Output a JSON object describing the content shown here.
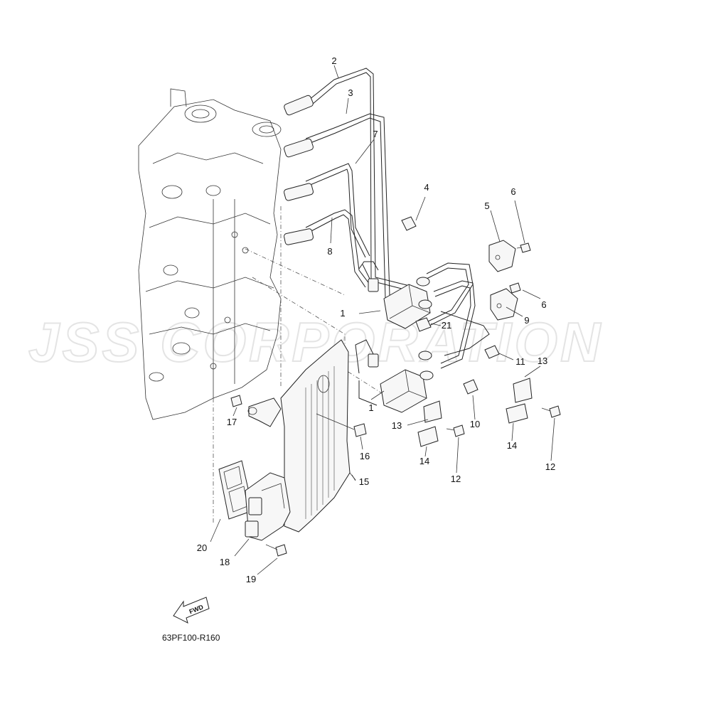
{
  "watermark": "JSS CORPORATION",
  "fwd_label": "FWD",
  "diagram_code": "63PF100-R160",
  "callouts": [
    {
      "id": "c2",
      "text": "2"
    },
    {
      "id": "c3",
      "text": "3"
    },
    {
      "id": "c7",
      "text": "7"
    },
    {
      "id": "c8",
      "text": "8"
    },
    {
      "id": "c4",
      "text": "4"
    },
    {
      "id": "c5",
      "text": "5"
    },
    {
      "id": "c6a",
      "text": "6"
    },
    {
      "id": "c6b",
      "text": "6"
    },
    {
      "id": "c9",
      "text": "9"
    },
    {
      "id": "c1a",
      "text": "1"
    },
    {
      "id": "c1b",
      "text": "1"
    },
    {
      "id": "c21",
      "text": "21"
    },
    {
      "id": "c11",
      "text": "11"
    },
    {
      "id": "c13a",
      "text": "13"
    },
    {
      "id": "c13b",
      "text": "13"
    },
    {
      "id": "c10",
      "text": "10"
    },
    {
      "id": "c14a",
      "text": "14"
    },
    {
      "id": "c14b",
      "text": "14"
    },
    {
      "id": "c12a",
      "text": "12"
    },
    {
      "id": "c12b",
      "text": "12"
    },
    {
      "id": "c17",
      "text": "17"
    },
    {
      "id": "c16",
      "text": "16"
    },
    {
      "id": "c15",
      "text": "15"
    },
    {
      "id": "c20",
      "text": "20"
    },
    {
      "id": "c18",
      "text": "18"
    },
    {
      "id": "c19",
      "text": "19"
    }
  ]
}
